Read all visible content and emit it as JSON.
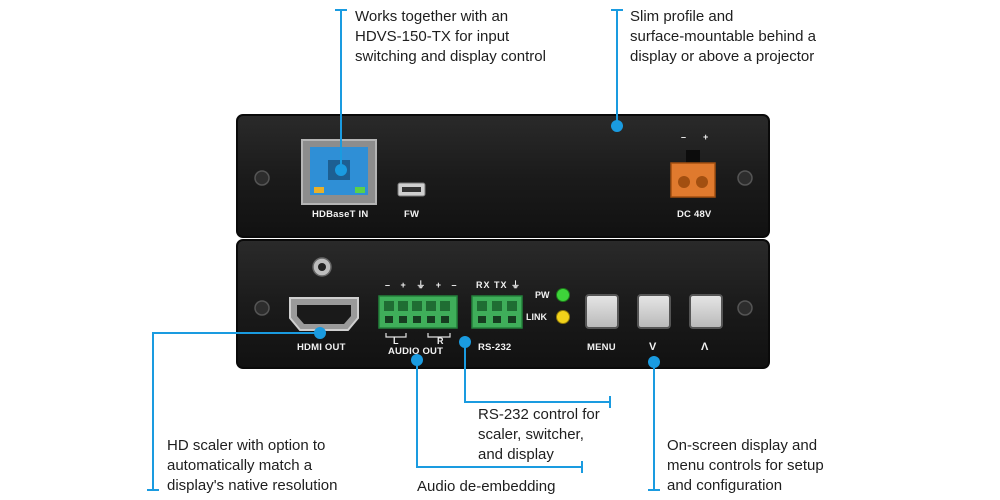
{
  "callouts": {
    "hdbaset": {
      "lines": [
        "Works together with an",
        "HDVS-150-TX for input",
        "switching and display control"
      ]
    },
    "profile": {
      "lines": [
        "Slim profile and",
        "surface-mountable behind a",
        "display or above a projector"
      ]
    },
    "scaler": {
      "lines": [
        "HD scaler with option to",
        "automatically match a",
        "display's native resolution"
      ]
    },
    "rs232": {
      "lines": [
        "RS-232 control for",
        "scaler, switcher,",
        "and display"
      ]
    },
    "audio": {
      "lines": [
        "Audio de-embedding"
      ]
    },
    "osd": {
      "lines": [
        "On-screen display and",
        "menu controls for setup",
        "and configuration"
      ]
    }
  },
  "top_panel": {
    "hdbaset_label": "HDBaseT IN",
    "fw_label": "FW",
    "dc_label": "DC 48V",
    "dc_minus": "–",
    "dc_plus": "+"
  },
  "bottom_panel": {
    "hdmi_label": "HDMI OUT",
    "audio_label": "AUDIO OUT",
    "audio_pins": "– + ⏚ + –",
    "audio_l": "L",
    "audio_r": "R",
    "rs232_label": "RS-232",
    "rs232_pins": "RX TX ⏚",
    "pw_label": "PW",
    "link_label": "LINK",
    "menu_label": "MENU",
    "down_label": "V",
    "up_label": "Λ"
  },
  "colors": {
    "callout_line": "#1a9be0",
    "panel": "#1c1c1c",
    "rj45": "#2f8fd6",
    "dc_connector": "#e07a2e",
    "terminal_green": "#3fae5a",
    "led_green": "#3ed43a",
    "led_yellow": "#f2d21a"
  }
}
